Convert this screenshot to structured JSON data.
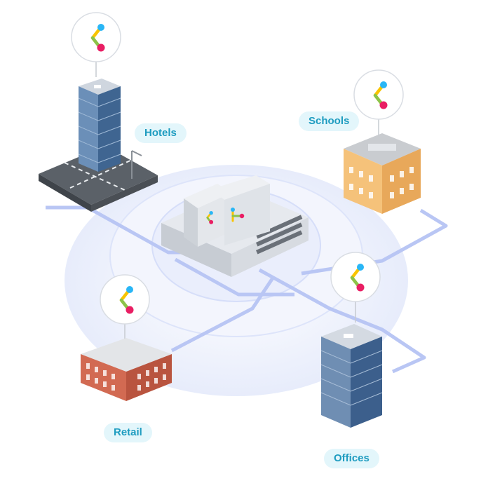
{
  "labels": {
    "hotels": "Hotels",
    "schools": "Schools",
    "retail": "Retail",
    "offices": "Offices"
  },
  "colors": {
    "label_bg": "#e3f6fb",
    "label_text": "#1e9cc0",
    "ring": "#dfe6fb",
    "line": "#b9c6f4",
    "logo_blue": "#29b6f6",
    "logo_yellow": "#f9c400",
    "logo_green": "#8bc34a",
    "logo_pink": "#e91e63"
  },
  "icons": [
    "logo-icon",
    "hotel-building-icon",
    "school-building-icon",
    "retail-building-icon",
    "office-building-icon",
    "network-switch-icon"
  ]
}
